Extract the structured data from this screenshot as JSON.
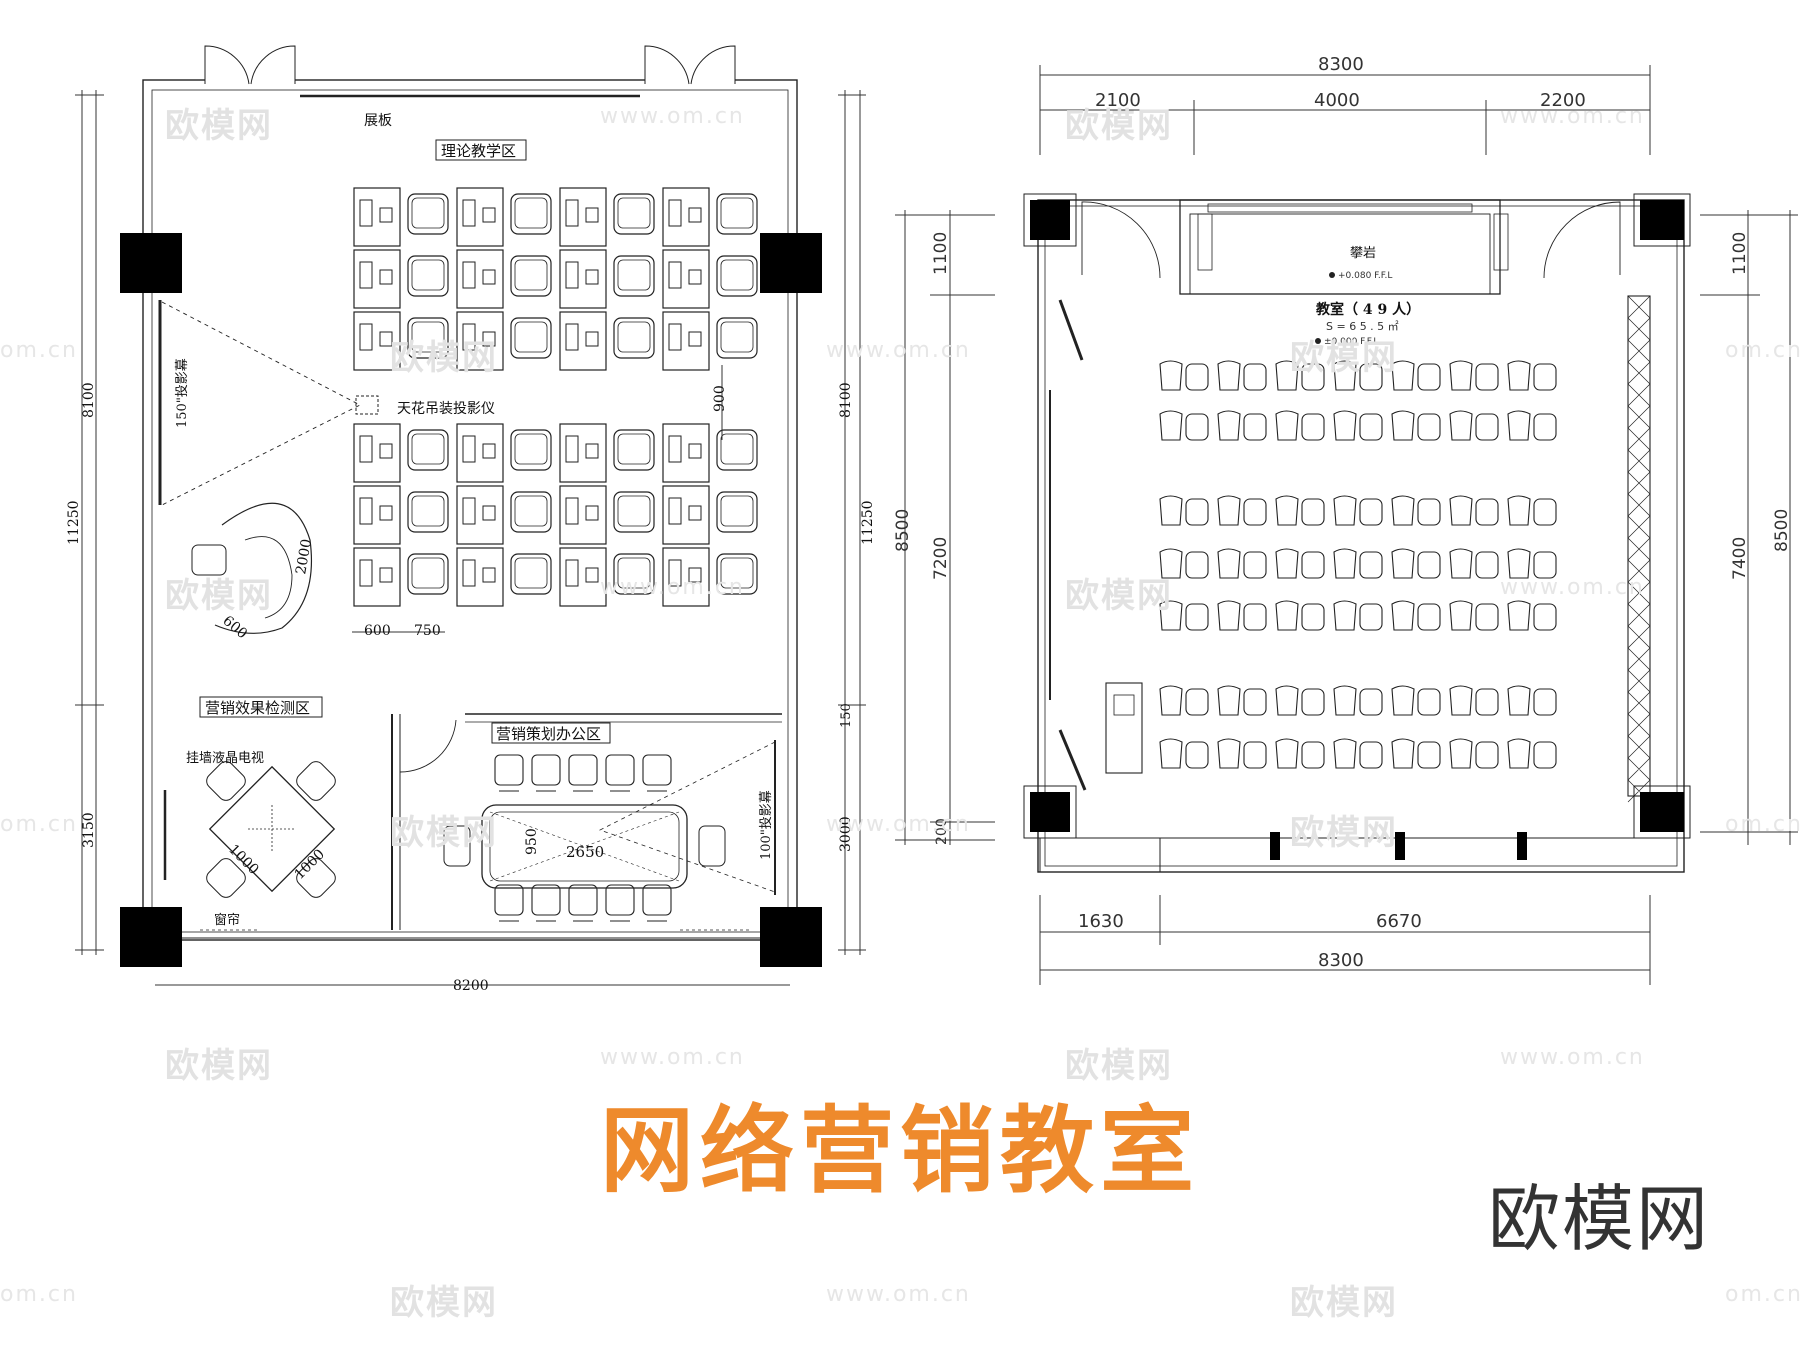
{
  "title": "网络营销教室",
  "brand": "欧模网",
  "watermark": {
    "logo": "欧模网",
    "url": "www.om.cn",
    "url_fragment": "om.cn"
  },
  "left_plan": {
    "zones": {
      "display_board": "展板",
      "theory_zone": "理论教学区",
      "projector": "天花吊装投影仪",
      "screen_150": "150\"投影幕",
      "detection_zone": "营销效果检测区",
      "tv": "挂墙液晶电视",
      "planning_zone": "营销策划办公区",
      "screen_100": "100\"投影幕",
      "curtain": "窗帘"
    },
    "dims": {
      "total_height": "11250",
      "upper_height": "8100",
      "lower_height_left": "3150",
      "lower_height_right": "3000",
      "gap_150": "150",
      "width": "8200",
      "aisle": "900",
      "desk_w": "600",
      "chair_w": "750",
      "podium_len": "2000",
      "podium_w": "600",
      "square_a": "1000",
      "square_b": "1000",
      "table_w": "950",
      "table_len": "2650"
    },
    "desk_rows": 6,
    "desk_cols": 4
  },
  "right_plan": {
    "dims": {
      "top_total": "8300",
      "top_left": "2100",
      "top_mid": "4000",
      "top_right": "2200",
      "bottom_left": "1630",
      "bottom_right": "6670",
      "bottom_total": "8300",
      "left_top": "1100",
      "left_total": "8500",
      "left_mid": "7200",
      "left_bottom": "200",
      "right_top": "1100",
      "right_total": "8500",
      "right_mid": "7400"
    },
    "stage_label": "攀岩",
    "stage_level": "+0.080 F.F.L",
    "room_label": "教室（ 4 9 人）",
    "room_area": "S = 6 5 . 5 ㎡",
    "room_level": "±0.000 F.F.L",
    "seat_rows": 7,
    "seat_cols": 14
  },
  "colors": {
    "title": "#ee8a2c",
    "line": "#222222",
    "column": "#000000"
  }
}
